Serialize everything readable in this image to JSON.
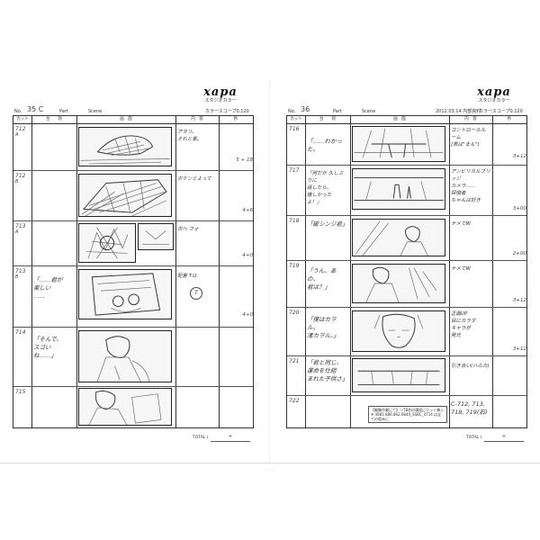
{
  "spread": {
    "bottom_mark": "-- --"
  },
  "left_page": {
    "logo": {
      "mark": "xapa",
      "sub": "スタジオカラー",
      "sub2": ""
    },
    "header": {
      "no_label": "No.",
      "no_value": "35 C",
      "part_label": "Part",
      "scene_label": "Scene",
      "date": "",
      "color_scope": "カラースコープ0.120"
    },
    "columns": {
      "cut": "カット",
      "voice": "台　　詞",
      "frame": "画　面",
      "content": "内　容",
      "time": "秒"
    },
    "rows": [
      {
        "cut": "712",
        "cut_sub": "A",
        "voice": "",
        "content": "アタリ、\nそれと紫。",
        "time": "5 + 18"
      },
      {
        "cut": "712",
        "cut_sub": "B",
        "voice": "",
        "content": "ボケンとよって",
        "time": "4+6"
      },
      {
        "cut": "713",
        "cut_sub": "A",
        "voice": "",
        "content": "次へ フォ",
        "time": "4+0"
      },
      {
        "cut": "713",
        "cut_sub": "B",
        "voice": "「……君が\n楽しい\n……",
        "content": "配置 T.U.",
        "time": "4+0"
      },
      {
        "cut": "714",
        "cut_sub": "",
        "voice": "「そんで、\nスゴい\nね……」",
        "content": "",
        "time": ""
      },
      {
        "cut": "715",
        "cut_sub": "",
        "voice": "",
        "content": "",
        "time": ""
      }
    ],
    "footer": {
      "total_label": "TOTAL (",
      "total_value": "+"
    }
  },
  "right_page": {
    "logo": {
      "mark": "xapa",
      "sub": "スタジオカラー",
      "sub2": ""
    },
    "header": {
      "no_label": "No.",
      "no_value": "36",
      "part_label": "Part",
      "scene_label": "Scene",
      "date": "2012.03.14 内部資料",
      "color_scope": "カラースコープ0.120"
    },
    "columns": {
      "cut": "カット",
      "voice": "台　　詞",
      "frame": "画　面",
      "content": "内　容",
      "time": "秒"
    },
    "rows": [
      {
        "cut": "716",
        "voice": "「……わかった。",
        "content": "コントロールルーム\n[表は\"まん\"]",
        "time": "3+12"
      },
      {
        "cut": "717",
        "voice": "「何だか 久しぶりに\n話したら、\n嬉しかった\nよ！」",
        "content": "アンビリカルブリッジ\nカメラ……\n探偵者\nちゃんは好き",
        "time": "3+00"
      },
      {
        "cut": "718",
        "voice": "「破シンジ君」",
        "content": "ナメてW",
        "time": "2+00"
      },
      {
        "cut": "719",
        "voice": "「うん、あの、\n君は？」",
        "content": "ナメてW",
        "time": "3+12"
      },
      {
        "cut": "720",
        "voice": "「僕はカヲル。\n渚カヲル。」",
        "content": "正面UP\n目にカラダ\nキャラが\n発光",
        "time": "3+12"
      },
      {
        "cut": "721",
        "voice": "「君と同じ、\n運命を仕組\nまれた子供さ」",
        "content": "引き合い(ハルカ)",
        "time": ""
      },
      {
        "cut": "722",
        "voice": "",
        "content": "C-712, 713, 718, 719(石)",
        "time": ""
      }
    ],
    "note": "【編集作業にて】＞TB合の場面にカット挿入\n※ 4981.886.862.0844_SSBC_4714 は全ての組みに",
    "footer": {
      "total_label": "TOTAL (",
      "total_value": "+"
    }
  }
}
